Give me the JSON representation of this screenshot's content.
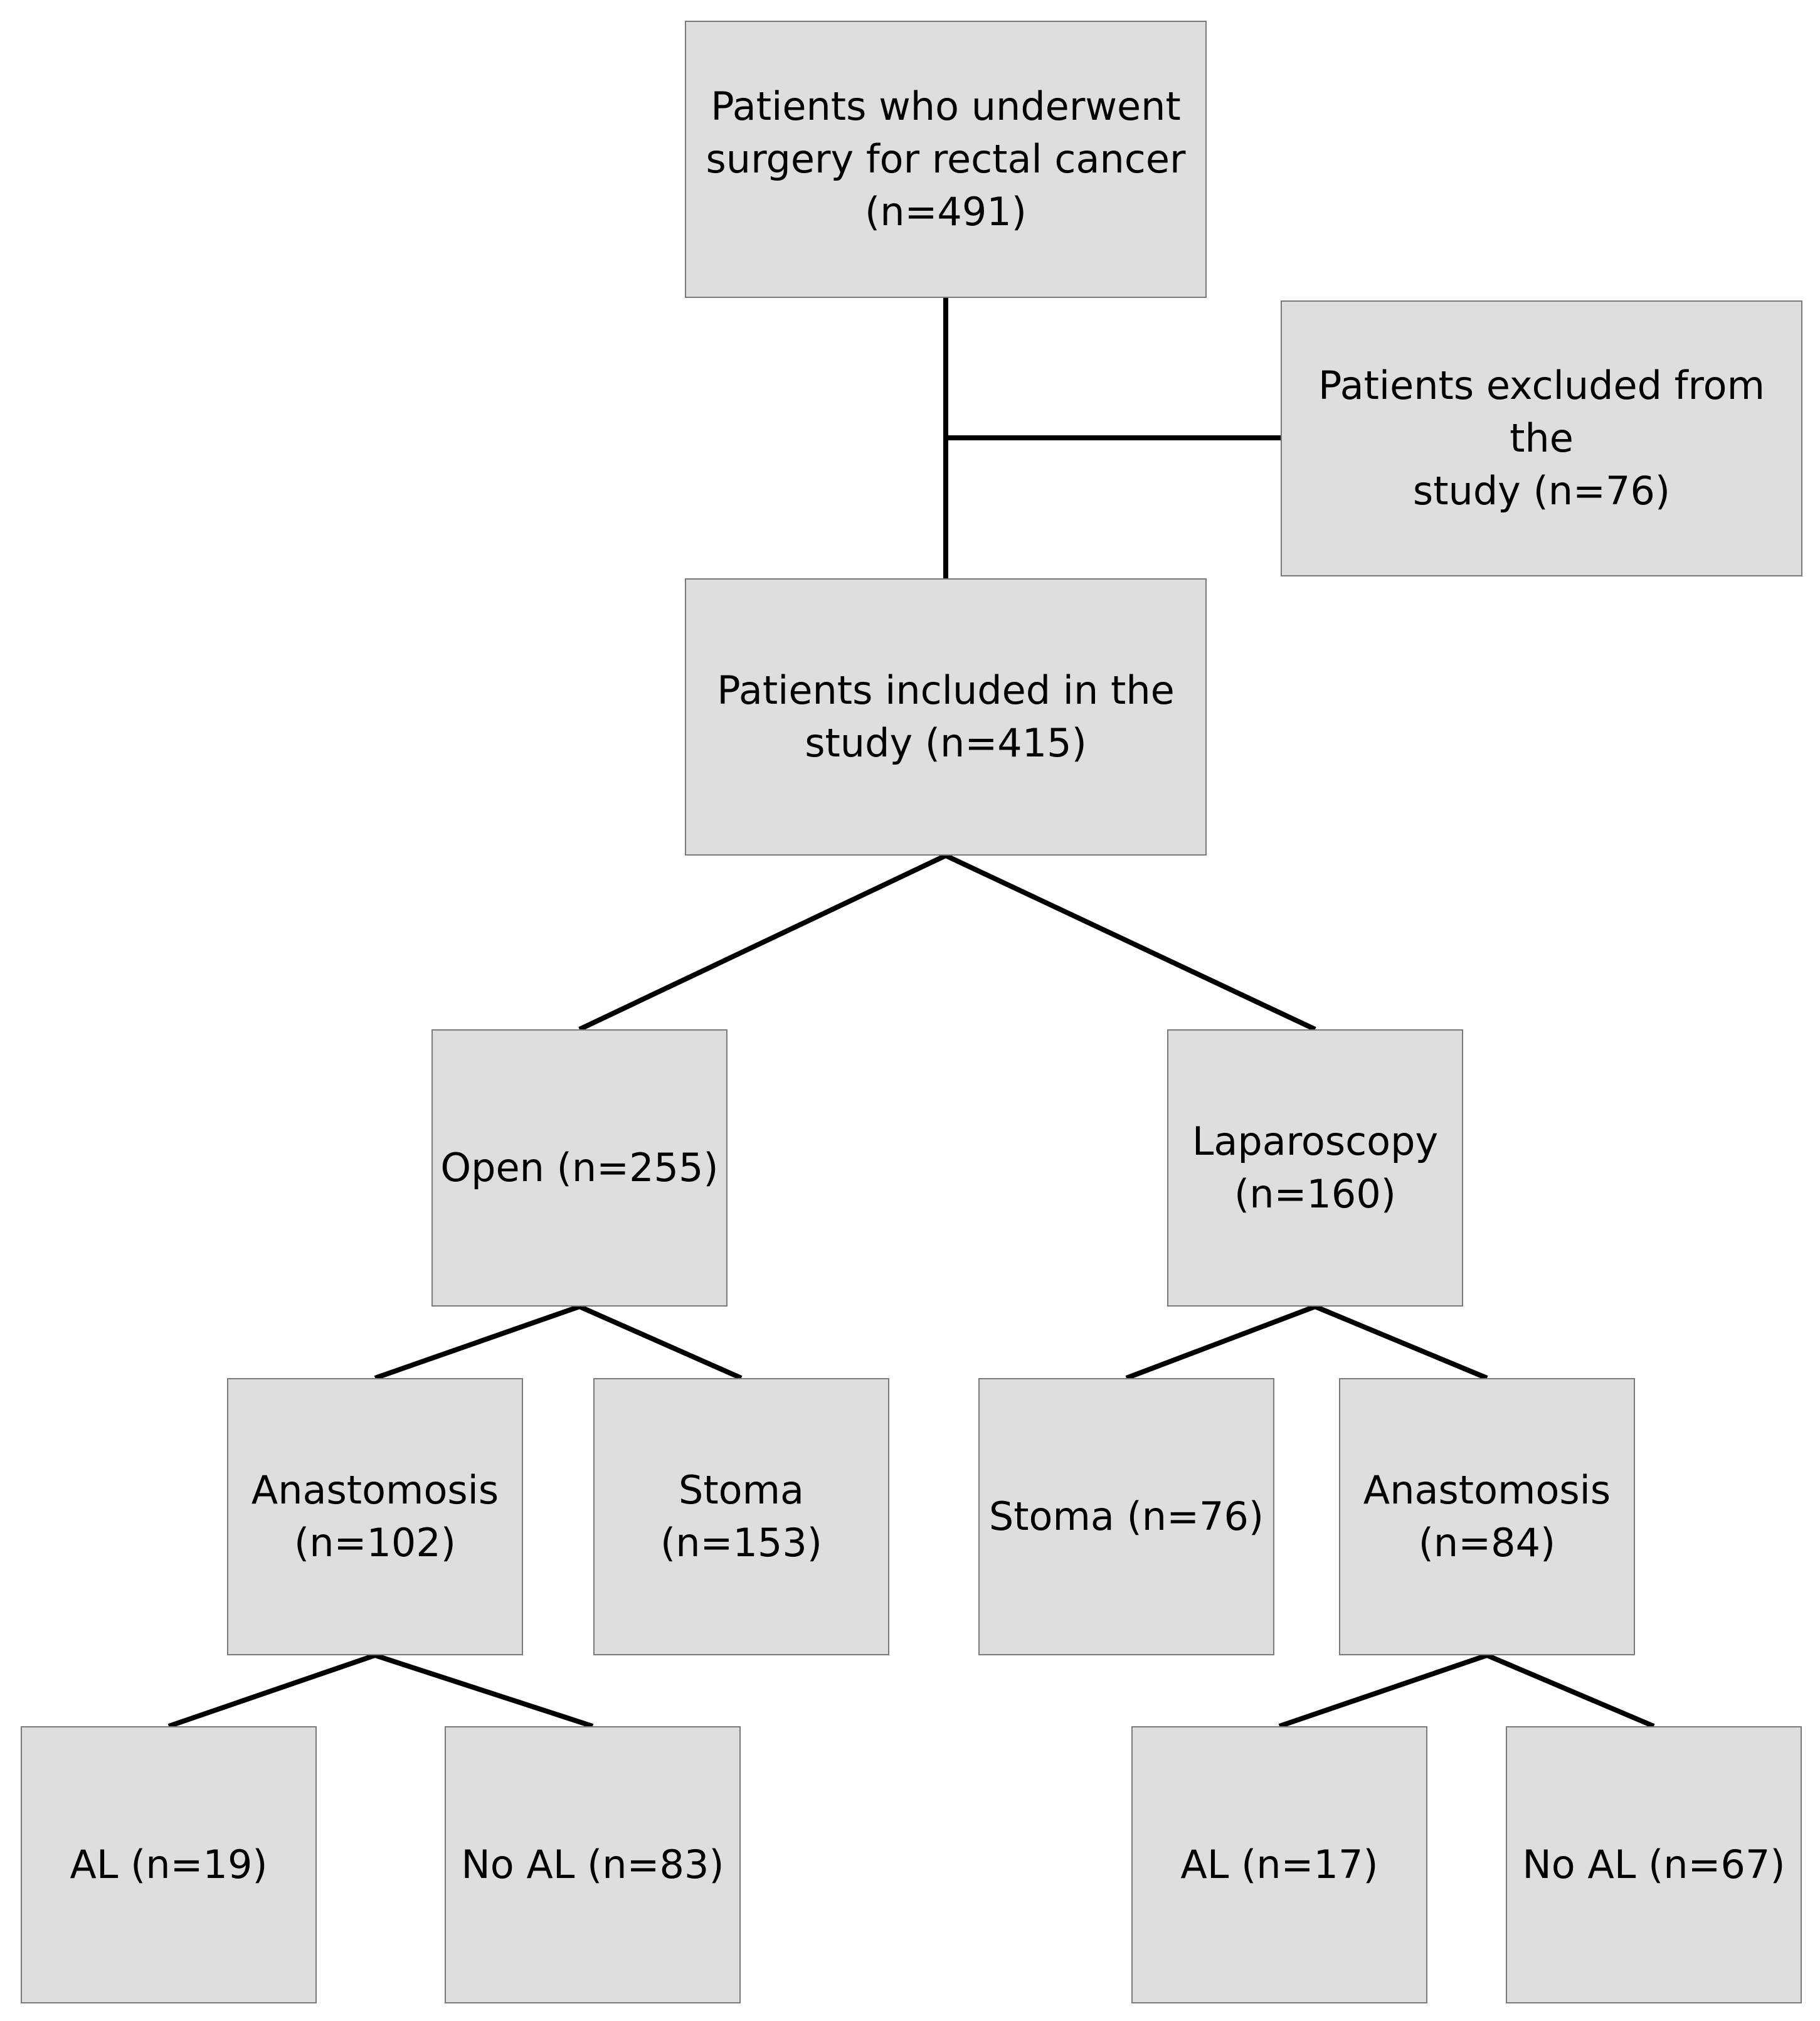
{
  "flowchart": {
    "total": {
      "line1": "Patients who underwent",
      "line2": "surgery for rectal cancer",
      "line3": "(n=491)"
    },
    "excluded": {
      "line1": "Patients excluded from the",
      "line2": "study (n=76)"
    },
    "included": {
      "line1": "Patients included in the",
      "line2": "study (n=415)"
    },
    "open": {
      "line1": "Open (n=255)"
    },
    "laparoscopy": {
      "line1": "Laparoscopy",
      "line2": "(n=160)"
    },
    "open_anastomosis": {
      "line1": "Anastomosis",
      "line2": "(n=102)"
    },
    "open_stoma": {
      "line1": "Stoma (n=153)"
    },
    "lap_stoma": {
      "line1": "Stoma (n=76)"
    },
    "lap_anastomosis": {
      "line1": "Anastomosis",
      "line2": "(n=84)"
    },
    "open_al": {
      "line1": "AL (n=19)"
    },
    "open_no_al": {
      "line1": "No AL (n=83)"
    },
    "lap_al": {
      "line1": "AL (n=17)"
    },
    "lap_no_al": {
      "line1": "No AL (n=67)"
    }
  },
  "colors": {
    "box_fill": "#dedede",
    "box_border": "#7a7a7a",
    "connector": "#000000",
    "text": "#000000"
  }
}
